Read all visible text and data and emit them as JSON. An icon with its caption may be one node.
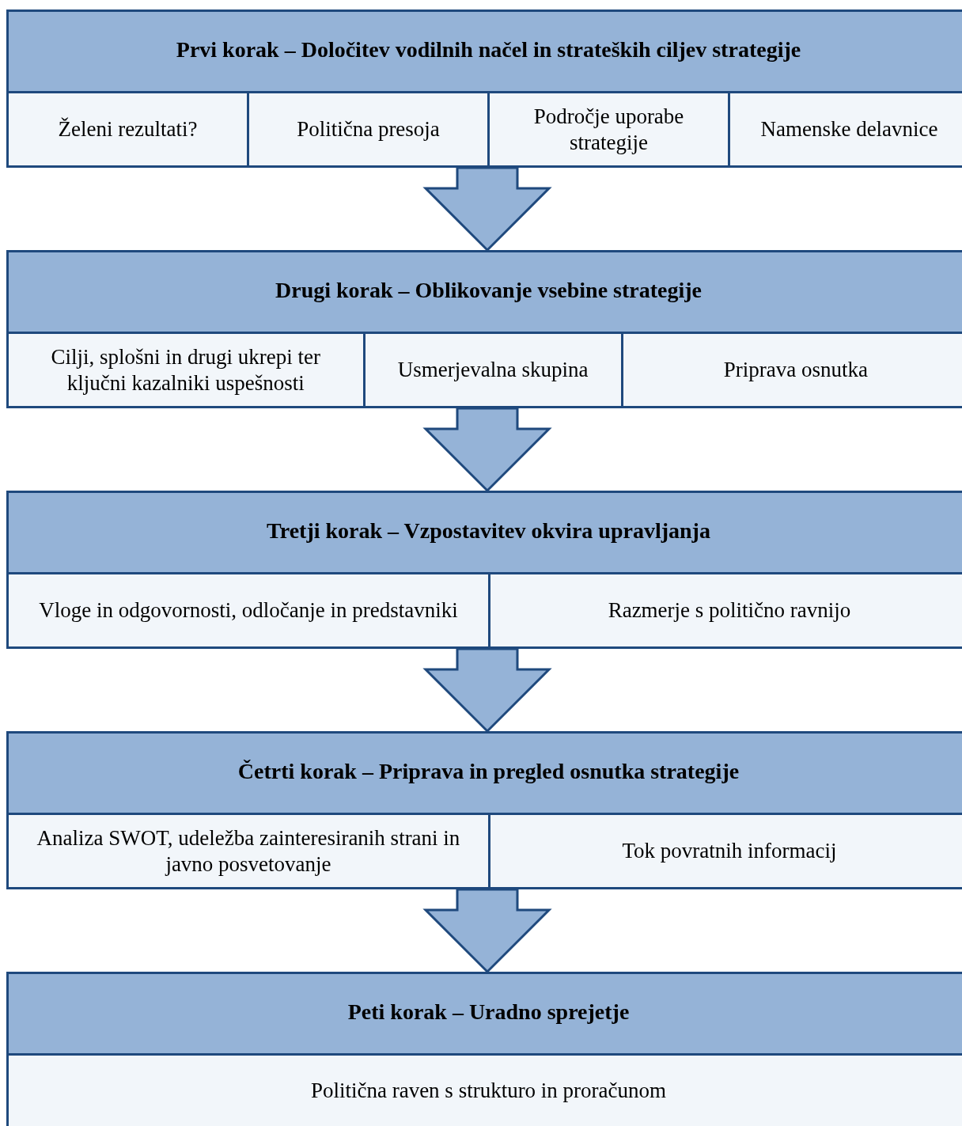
{
  "diagram": {
    "nodes": [
      {
        "text": [
          "Prvi korak – Določitev vodilnih načel in strateških ciljev strategije"
        ]
      },
      {
        "text": [
          "Želeni rezultati?"
        ],
        "in": 0
      },
      {
        "text": [
          "Politična presoja"
        ],
        "in": 0
      },
      {
        "text": [
          "Področje uporabe strategije"
        ],
        "in": 0
      },
      {
        "text": [
          "Namenske delavnice"
        ],
        "in": 0
      },
      {
        "text": [
          "Drugi korak – Oblikovanje vsebine strategije"
        ]
      },
      {
        "text": [
          "Cilji, splošni in drugi ukrepi ter ključni kazalniki uspešnosti"
        ],
        "in": 5
      },
      {
        "text": [
          "Usmerjevalna skupina"
        ],
        "in": 5
      },
      {
        "text": [
          "Priprava osnutka"
        ],
        "in": 5
      },
      {
        "text": [
          "Tretji korak – Vzpostavitev okvira upravljanja"
        ]
      },
      {
        "text": [
          "Vloge in odgovornosti, odločanje in predstavniki"
        ],
        "in": 9
      },
      {
        "text": [
          "Razmerje s politično ravnijo"
        ],
        "in": 9
      },
      {
        "text": [
          "Četrti korak – Priprava in pregled osnutka strategije"
        ]
      },
      {
        "text": [
          "Analiza SWOT, udeležba zainteresiranih strani in javno posvetovanje"
        ],
        "in": 12
      },
      {
        "text": [
          "Tok povratnih informacij"
        ],
        "in": 12
      },
      {
        "text": [
          "Peti korak – Uradno sprejetje"
        ]
      },
      {
        "text": [
          "Politična raven s strukturo in proračunom"
        ],
        "in": 15
      }
    ],
    "edges": [
      {
        "from": 0,
        "to": 5,
        "arrow": "to"
      },
      {
        "from": 5,
        "to": 9,
        "arrow": "to"
      },
      {
        "from": 9,
        "to": 12,
        "arrow": "to"
      },
      {
        "from": 12,
        "to": 15,
        "arrow": "to"
      }
    ]
  }
}
